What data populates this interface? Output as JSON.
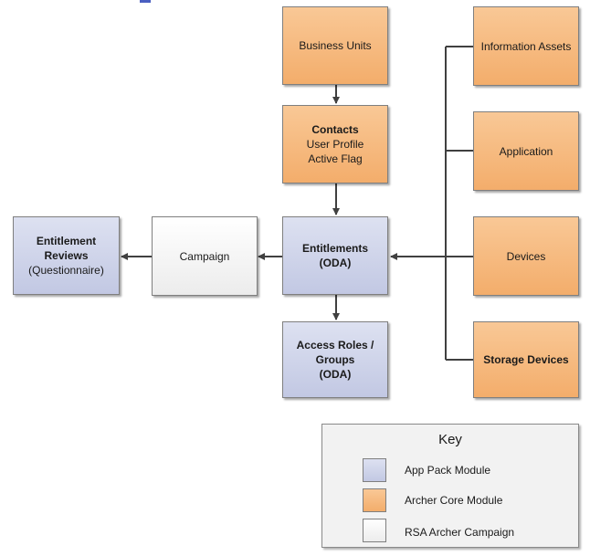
{
  "colors": {
    "archer_core": "#f5b77c",
    "app_pack": "#cfd4ea",
    "campaign": "#f4f4f4",
    "connector": "#404040"
  },
  "nodes": {
    "business_units": {
      "lines": [
        "Business Units"
      ]
    },
    "contacts": {
      "title": "Contacts",
      "lines": [
        "User Profile",
        "Active Flag"
      ]
    },
    "entitlements": {
      "lines": [
        "Entitlements",
        "(ODA)"
      ]
    },
    "access_roles": {
      "lines": [
        "Access Roles /",
        "Groups",
        "(ODA)"
      ]
    },
    "campaign": {
      "lines": [
        "Campaign"
      ]
    },
    "entitlement_reviews": {
      "title_lines": [
        "Entitlement",
        "Reviews"
      ],
      "sub": "(Questionnaire)"
    },
    "information_assets": {
      "lines": [
        "Information Assets"
      ]
    },
    "application": {
      "lines": [
        "Application"
      ]
    },
    "devices": {
      "lines": [
        "Devices"
      ]
    },
    "storage_devices": {
      "lines": [
        "Storage Devices"
      ]
    }
  },
  "key": {
    "title": "Key",
    "items": [
      {
        "label": "App Pack Module",
        "color": "#cfd4ea"
      },
      {
        "label": "Archer Core Module",
        "color": "#f5b77c"
      },
      {
        "label": "RSA Archer Campaign",
        "color": "#f4f4f4"
      }
    ]
  }
}
